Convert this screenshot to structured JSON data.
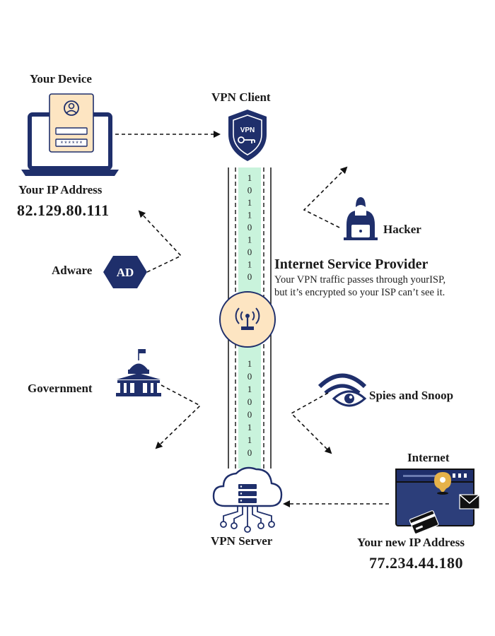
{
  "device": {
    "title": "Your Device",
    "ip_label": "Your IP Address",
    "ip": "82.129.80.111",
    "password_mask": "******"
  },
  "vpn_client": {
    "title": "VPN Client",
    "badge": "VPN"
  },
  "isp": {
    "title": "Internet Service Provider",
    "desc_line1": "Your VPN traffic passes through yourISP,",
    "desc_line2": "but it’s encrypted so your ISP can’t see it."
  },
  "threats": {
    "hacker": "Hacker",
    "adware": "Adware",
    "adware_badge": "AD",
    "government": "Government",
    "spies": "Spies and Snoop"
  },
  "tunnel": {
    "bits_upper": [
      "1",
      "0",
      "1",
      "1",
      "0",
      "1",
      "0",
      "1",
      "0"
    ],
    "bits_lower": [
      "1",
      "0",
      "1",
      "0",
      "0",
      "1",
      "1",
      "0"
    ]
  },
  "vpn_server": {
    "title": "VPN Server"
  },
  "internet": {
    "title": "Internet",
    "ip_label": "Your new IP Address",
    "ip": "77.234.44.180"
  },
  "colors": {
    "navy": "#1f2f6b",
    "tunnel": "#c9f3dc",
    "peach": "#fde5c2",
    "gold": "#e6b24a"
  },
  "icons": [
    "laptop-icon",
    "user-icon",
    "shield-icon",
    "key-icon",
    "hacker-icon",
    "ad-hexagon-icon",
    "router-icon",
    "government-building-icon",
    "eye-icon",
    "cloud-server-icon",
    "browser-window-icon",
    "location-pin-icon",
    "mail-icon",
    "credit-card-icon"
  ]
}
